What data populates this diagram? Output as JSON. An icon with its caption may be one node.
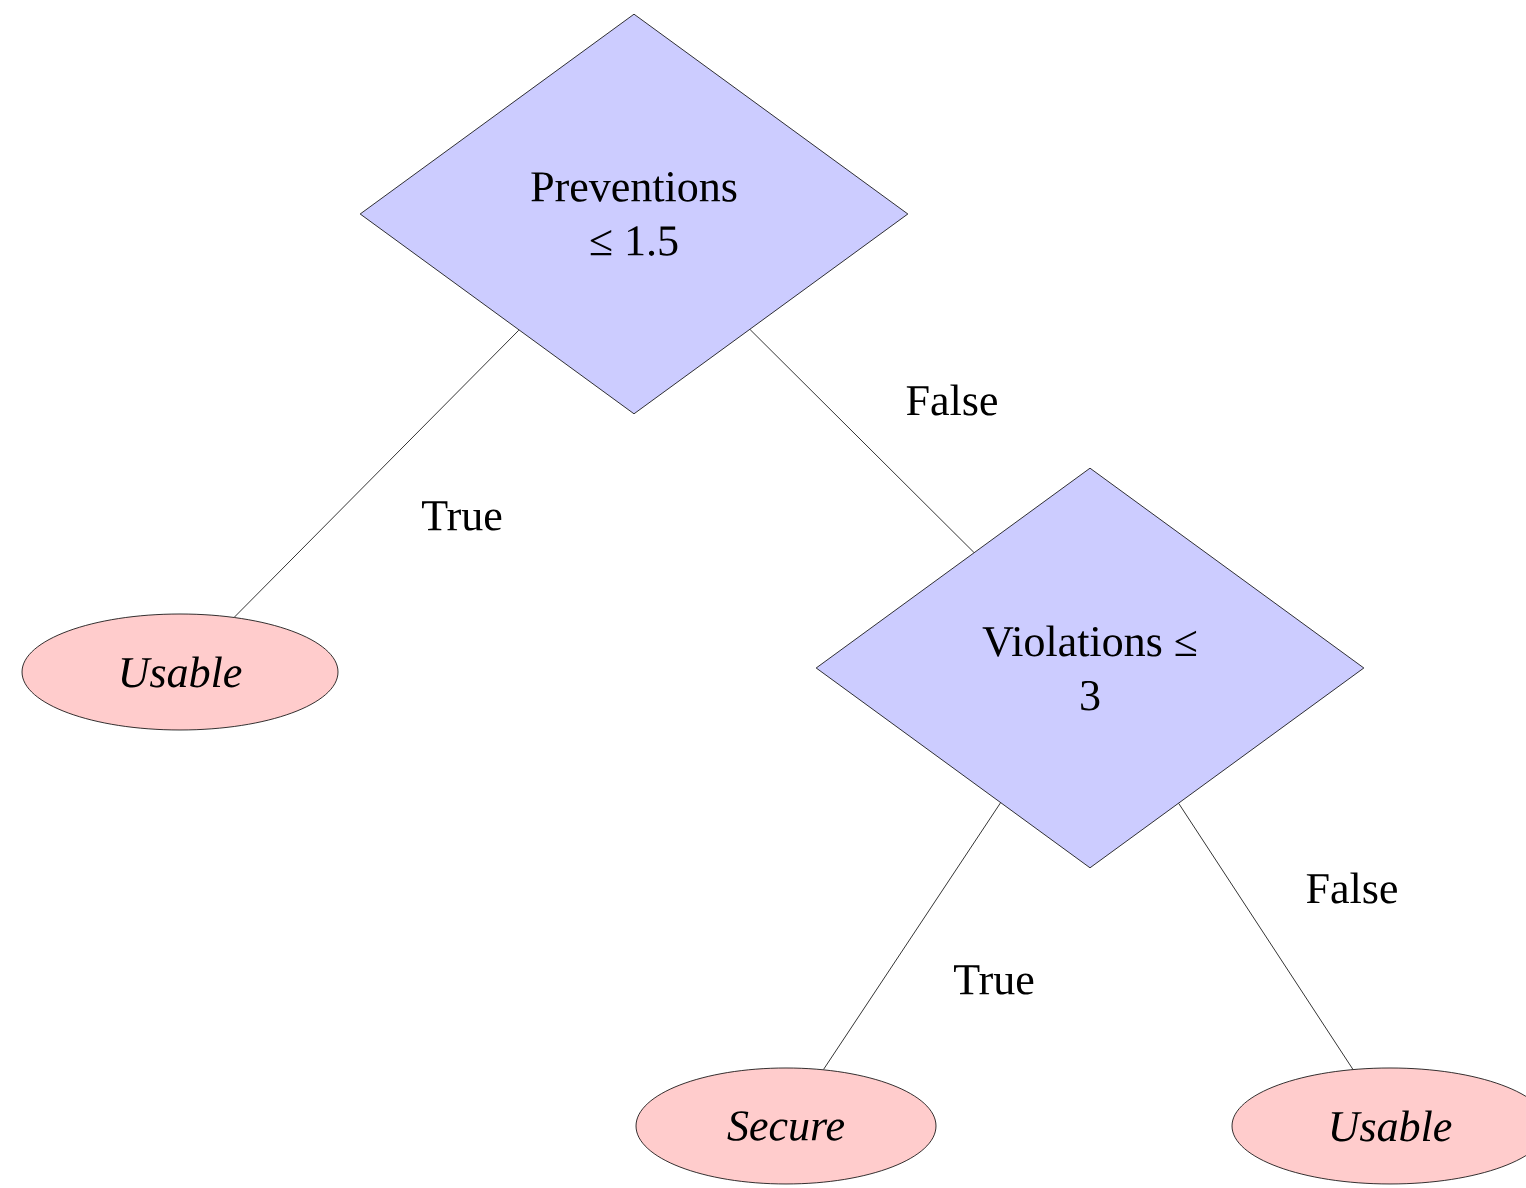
{
  "diagram": {
    "nodes": [
      {
        "text": [
          "Preventions ≤ 1.5"
        ]
      },
      {
        "text": [
          "Usable"
        ]
      },
      {
        "text": [
          "Violations ≤ 3"
        ]
      },
      {
        "text": [
          "Secure"
        ]
      },
      {
        "text": [
          "Usable"
        ]
      }
    ],
    "edges": [
      {
        "from": 0,
        "to": 1,
        "arrow": "none",
        "label": "True"
      },
      {
        "from": 0,
        "to": 2,
        "arrow": "none",
        "label": "False"
      },
      {
        "from": 2,
        "to": 3,
        "arrow": "none",
        "label": "True"
      },
      {
        "from": 2,
        "to": 4,
        "arrow": "none",
        "label": "False"
      }
    ]
  }
}
